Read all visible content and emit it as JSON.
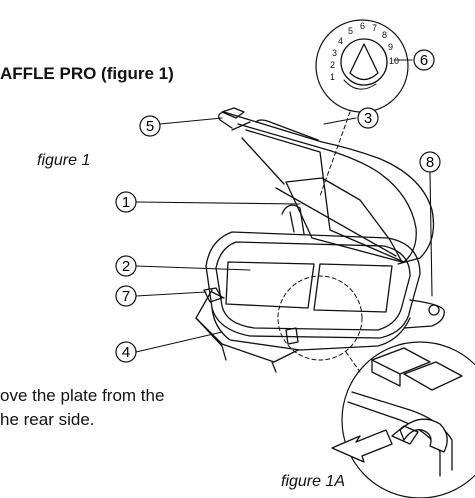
{
  "heading": "AFFLE PRO (figure 1)",
  "caption_figure1": "figure 1",
  "caption_figure1a": "figure 1A",
  "body_lines": [
    "ove the plate from the",
    "he rear side."
  ],
  "callouts": [
    "1",
    "2",
    "3",
    "4",
    "5",
    "6",
    "7",
    "8"
  ],
  "dial_numbers": [
    "1",
    "2",
    "3",
    "4",
    "5",
    "6",
    "7",
    "8",
    "9",
    "10"
  ]
}
